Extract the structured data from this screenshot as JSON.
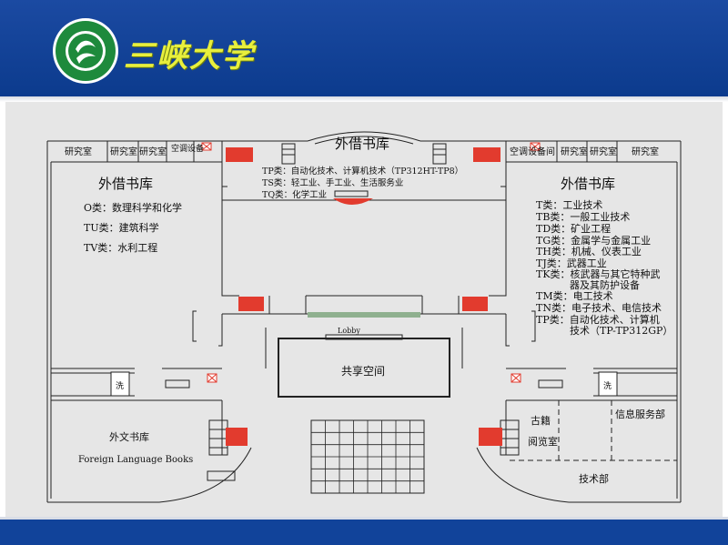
{
  "header": {
    "university_name": "三峡大学"
  },
  "colors": {
    "banner": "#0b3a8c",
    "logo_text": "#e8ef3c",
    "logo_green": "#1e8a3c",
    "stairs": "#e23b2e",
    "background": "#e6e6e6"
  },
  "icons": {
    "logo": "university-emblem-icon",
    "stairs": "stairs-icon",
    "elevator": "elevator-icon"
  },
  "top_rooms": {
    "left": [
      "研究室",
      "研究室",
      "研究室",
      "空调设备"
    ],
    "right": [
      "空调设备间",
      "研究室",
      "研究室",
      "研究室"
    ]
  },
  "center_stack": {
    "title": "外借书库",
    "items": [
      "TP类：自动化技术、计算机技术（TP312HT-TP8）",
      "TS类：轻工业、手工业、生活服务业",
      "TQ类：化学工业"
    ]
  },
  "left_stack": {
    "title": "外借书库",
    "items": [
      "O类：数理科学和化学",
      "TU类：建筑科学",
      "TV类：水利工程"
    ]
  },
  "right_stack": {
    "title": "外借书库",
    "items": [
      "T类：工业技术",
      "TB类：一般工业技术",
      "TD类：矿业工程",
      "TG类：金属学与金属工业",
      "TH类：机械、仪表工业",
      "TJ类：武器工业",
      "TK类：核武器与其它特种武",
      "器及其防护设备",
      "TM类：电工技术",
      "TN类：电子技术、电信技术",
      "TP类：自动化技术、计算机",
      "技术（TP-TP312GP）"
    ]
  },
  "lobby": {
    "label": "Lobby",
    "atrium": "共享空间"
  },
  "washroom_label": "洗",
  "foreign_books": {
    "cn": "外文书库",
    "en": "Foreign Language Books"
  },
  "rooms": {
    "ancient_books": [
      "古籍",
      "阅览室"
    ],
    "info_service": "信息服务部",
    "tech_dept": "技术部"
  }
}
